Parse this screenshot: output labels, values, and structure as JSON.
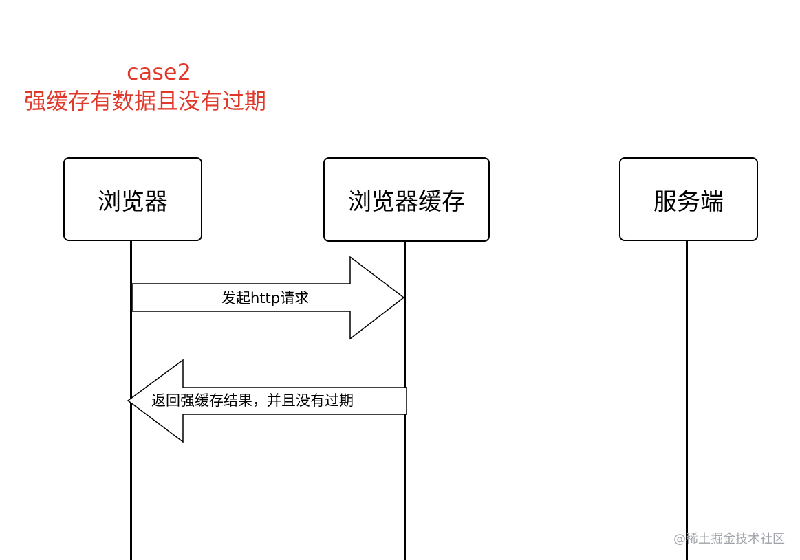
{
  "title": {
    "line1": "case2",
    "line2": "强缓存有数据且没有过期"
  },
  "actors": {
    "browser": "浏览器",
    "cache": "浏览器缓存",
    "server": "服务端"
  },
  "messages": {
    "request": "发起http请求",
    "response": "返回强缓存结果，并且没有过期"
  },
  "watermark": "@稀土掘金技术社区",
  "colors": {
    "title": "#e0392b",
    "lines": "#000000",
    "background": "#ffffff",
    "watermark": "#a0a4aa"
  }
}
